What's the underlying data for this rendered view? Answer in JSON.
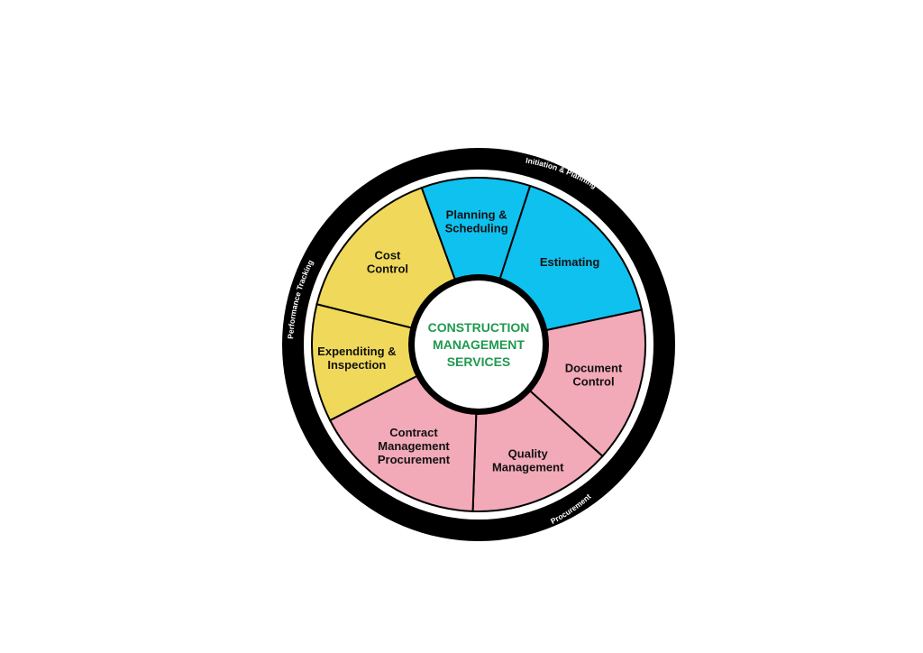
{
  "center": {
    "lines": [
      "CONSTRUCTION",
      "MANAGEMENT",
      "SERVICES"
    ],
    "color": "#1f9a4f"
  },
  "ring_labels": [
    {
      "text": "Initiation   &   Planning"
    },
    {
      "text": "Performance   Tracking"
    },
    {
      "text": "Procurement"
    }
  ],
  "segments": [
    {
      "lines": [
        "Planning &",
        "Scheduling"
      ],
      "color": "#0fc1ee"
    },
    {
      "lines": [
        "Estimating"
      ],
      "color": "#0fc1ee"
    },
    {
      "lines": [
        "Document",
        "Control"
      ],
      "color": "#f2a9b8"
    },
    {
      "lines": [
        "Quality",
        "Management"
      ],
      "color": "#f2a9b8"
    },
    {
      "lines": [
        "Contract",
        "Management",
        "Procurement"
      ],
      "color": "#f2a9b8"
    },
    {
      "lines": [
        "Expenditing &",
        "Inspection"
      ],
      "color": "#f0d95a"
    },
    {
      "lines": [
        "Cost",
        "Control"
      ],
      "color": "#f0d95a"
    }
  ]
}
